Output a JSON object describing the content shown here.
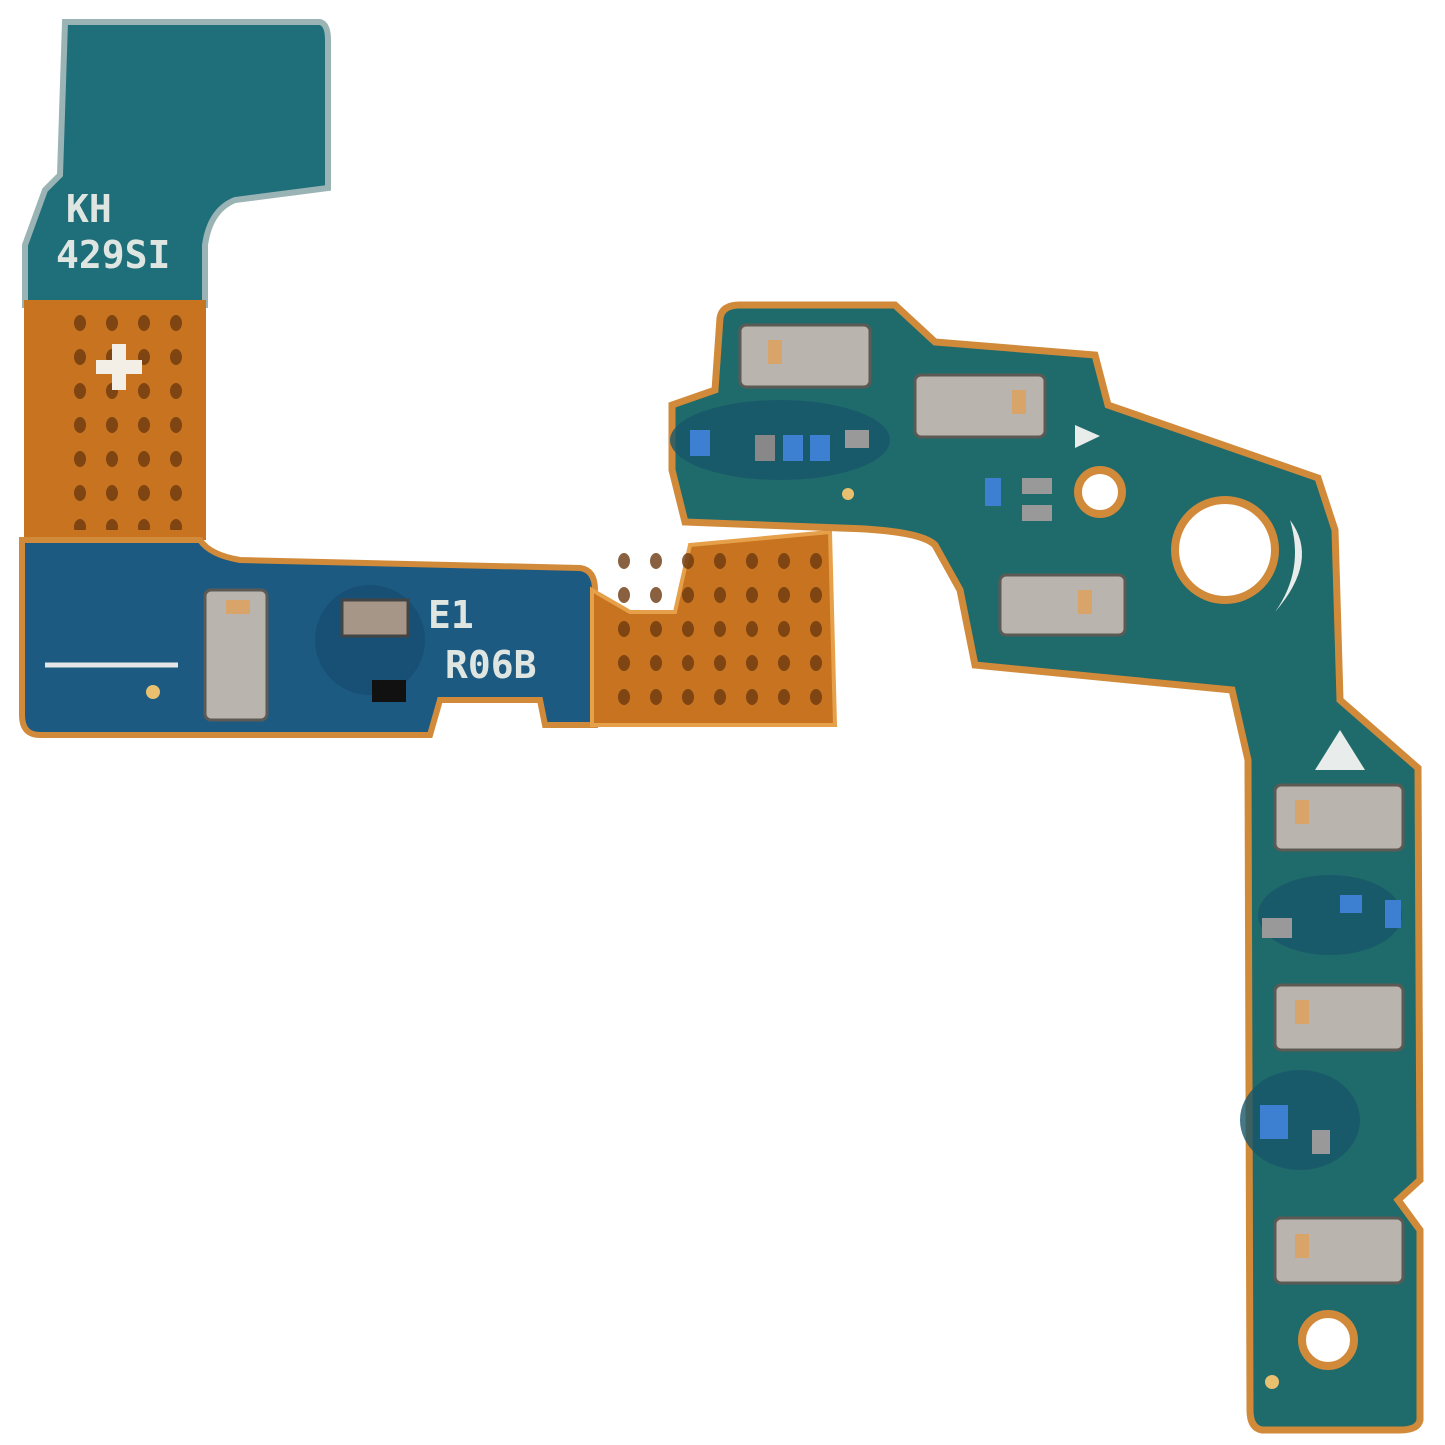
{
  "photo": {
    "subject": "flex-pcb",
    "silkscreen": {
      "top_line1": "KH",
      "top_line2": "429SI",
      "mid_line1": "E1",
      "mid_line2": "R06B"
    },
    "colors": {
      "background": "#ffffff",
      "teal_solder_mask": "#1f6f7a",
      "blue_solder_mask": "#1d5a82",
      "green_solder_mask": "#1f6a6a",
      "flex_copper": "#c8731f",
      "board_edge": "#d18a3a",
      "contact_metal": "#b9b4ad"
    }
  }
}
